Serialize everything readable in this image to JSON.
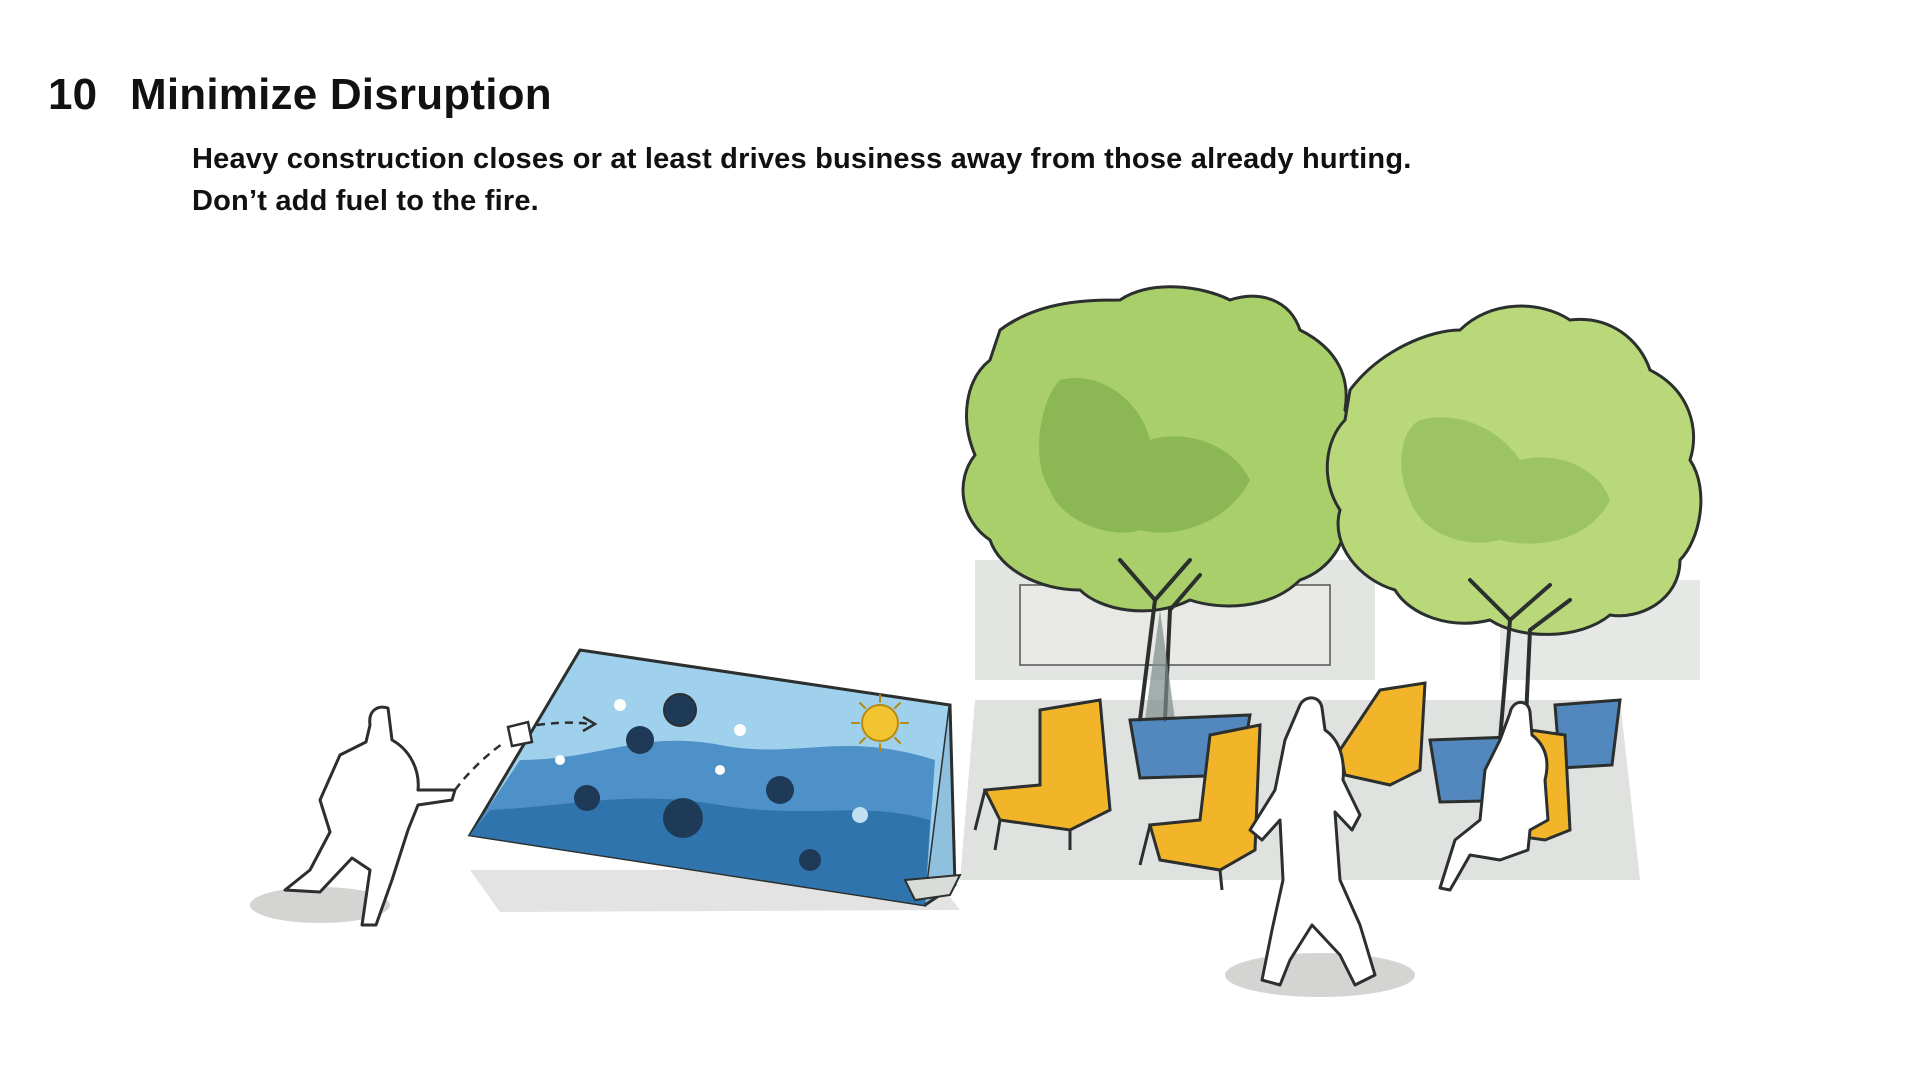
{
  "slide": {
    "number": "10",
    "title": "Minimize Disruption",
    "subtitle": "Heavy construction closes or at least drives business away from those already hurting. Don’t add fuel to the fire."
  },
  "illustration": {
    "icons": [
      "person-throwing-icon",
      "game-board-icon",
      "sun-icon",
      "tree-icon",
      "adirondack-chair-icon",
      "planter-icon",
      "person-standing-icon",
      "person-sitting-icon"
    ],
    "colors": {
      "tree_green": "#a9cf6b",
      "tree_dark": "#7fae4c",
      "board_light_blue": "#9fd0ec",
      "board_dark_blue": "#2f74ad",
      "chair_yellow": "#f2b52a",
      "planter_blue": "#3a78b8",
      "ink": "#2b2f2e",
      "shadow_gray": "#c9cbc8"
    }
  }
}
